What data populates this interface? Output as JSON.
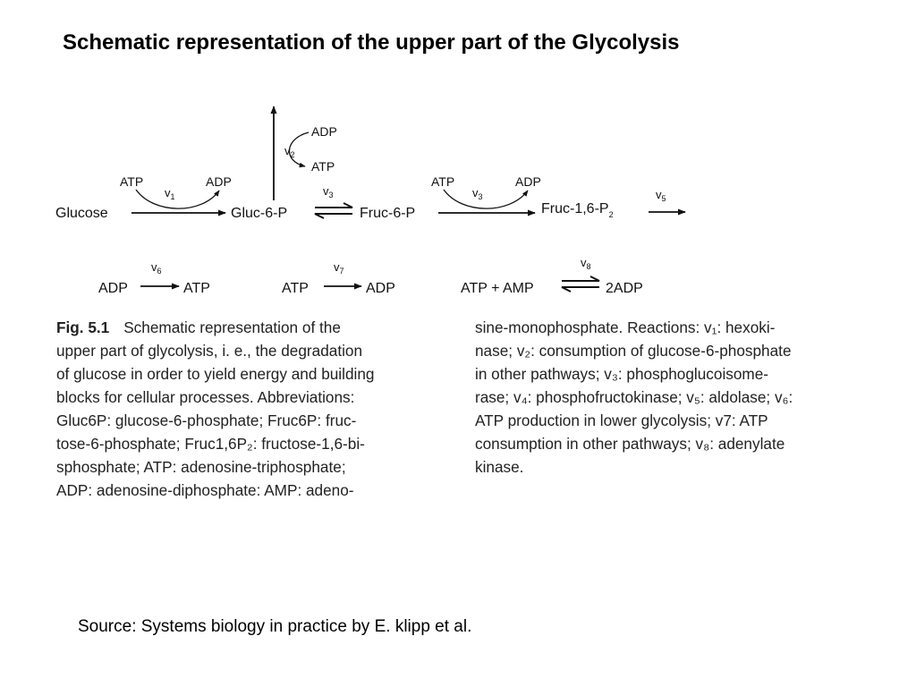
{
  "slide": {
    "title": "Schematic representation of the upper part of the Glycolysis",
    "source": "Source: Systems biology in practice by E. klipp et al."
  },
  "diagram": {
    "metabolites": {
      "glucose": "Glucose",
      "gluc6p": "Gluc-6-P",
      "fruc6p": "Fruc-6-P",
      "fruc16p2": "Fruc-1,6-P",
      "fruc16p2_sub": "2"
    },
    "cofactors": {
      "v1_in": "ATP",
      "v1_out": "ADP",
      "v2_in": "ADP",
      "v2_out": "ATP",
      "v4_in": "ATP",
      "v4_out": "ADP",
      "v6_left": "ADP",
      "v6_right": "ATP",
      "v7_left": "ATP",
      "v7_right": "ADP",
      "v8_left": "ATP + AMP",
      "v8_right": "2ADP"
    },
    "reactions": {
      "v1": "v",
      "v1_sub": "1",
      "v2": "v",
      "v2_sub": "2",
      "v3": "v",
      "v3_sub": "3",
      "v4": "v",
      "v4_sub": "3",
      "v5": "v",
      "v5_sub": "5",
      "v6": "v",
      "v6_sub": "6",
      "v7": "v",
      "v7_sub": "7",
      "v8": "v",
      "v8_sub": "8"
    }
  },
  "caption": {
    "fig_label": "Fig. 5.1",
    "left_first": "Schematic representation of the",
    "left_lines": [
      "upper part of glycolysis, i. e., the degradation",
      "of glucose in order to yield energy and building",
      "blocks for cellular processes. Abbreviations:",
      "Gluc6P: glucose-6-phosphate; Fruc6P: fruc-",
      "tose-6-phosphate; Fruc1,6P₂: fructose-1,6-bi-",
      "sphosphate; ATP: adenosine-triphosphate;",
      "ADP: adenosine-diphosphate: AMP: adeno-"
    ],
    "right_lines": [
      "sine-monophosphate. Reactions: v₁: hexoki-",
      "nase; v₂: consumption of glucose-6-phosphate",
      "in other pathways; v₃: phosphoglucoisome-",
      "rase; v₄: phosphofructokinase; v₅: aldolase; v₆:",
      "ATP production in lower glycolysis; v7: ATP",
      "consumption in other pathways; v₈: adenylate",
      "kinase."
    ]
  }
}
